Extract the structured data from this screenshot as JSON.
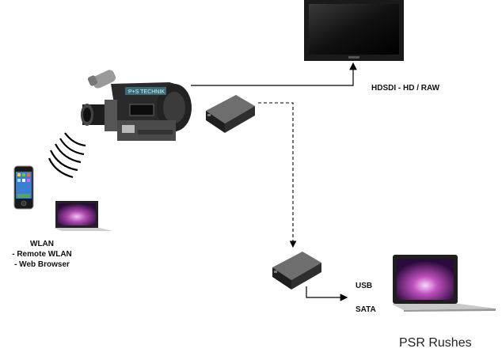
{
  "camera": {
    "brand": "P+S TECHNIK"
  },
  "connections": {
    "hdsdi": "HDSDI - HD / RAW",
    "usb": "USB",
    "sata": "SATA"
  },
  "wlan": {
    "title": "WLAN",
    "line1": "- Remote WLAN",
    "line2": "- Web Browser"
  },
  "rushes": {
    "label": "PSR Rushes"
  }
}
